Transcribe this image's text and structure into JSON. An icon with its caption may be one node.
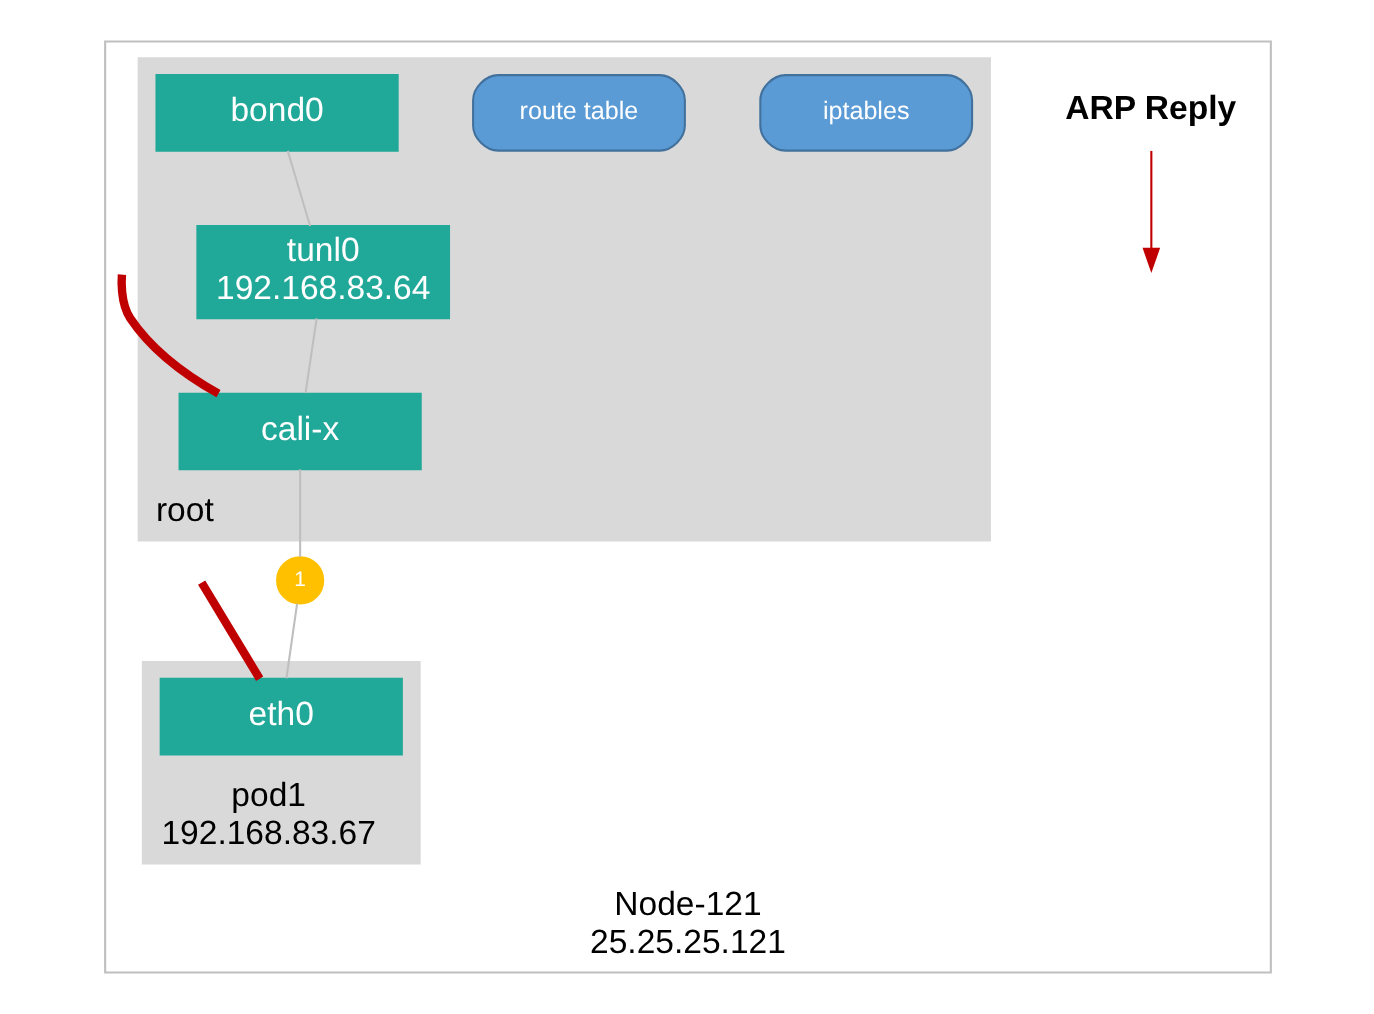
{
  "diagram": {
    "nodes": [
      {
        "text": [
          "Node-121"
        ],
        "beside": [
          "25.25.25.121"
        ]
      },
      {
        "text": [
          "root"
        ],
        "in": 0
      },
      {
        "text": [
          "iptables"
        ],
        "in": 1
      },
      {
        "text": [
          "route table"
        ],
        "in": 1
      },
      {
        "text": [
          "bond0"
        ],
        "in": 1
      },
      {
        "text": [
          "tunl0",
          "192.168.83.64"
        ],
        "in": 1
      },
      {
        "text": [
          "cali-x"
        ],
        "in": 1
      },
      {
        "text": [
          "pod1",
          "192.168.83.67"
        ],
        "in": 0
      },
      {
        "text": [
          "eth0"
        ],
        "in": 7
      },
      {
        "text": [
          "1"
        ],
        "in": 0
      },
      {
        "text": [
          "ARP Reply"
        ],
        "in": 0
      }
    ],
    "edges": [
      {
        "from": 4,
        "to": 5,
        "arrow": "none"
      },
      {
        "from": 5,
        "to": 6,
        "arrow": "none"
      },
      {
        "from": 6,
        "to": 9,
        "arrow": "none"
      },
      {
        "from": 9,
        "to": 8,
        "arrow": "none"
      },
      {
        "from": null,
        "to": 6,
        "arrow": "none",
        "style": "thick",
        "color": "#c00000"
      },
      {
        "from": 8,
        "to": null,
        "arrow": "none",
        "style": "thick",
        "color": "#c00000"
      },
      {
        "from": 10,
        "to": null,
        "arrow": "to",
        "color": "#c00000"
      }
    ]
  }
}
